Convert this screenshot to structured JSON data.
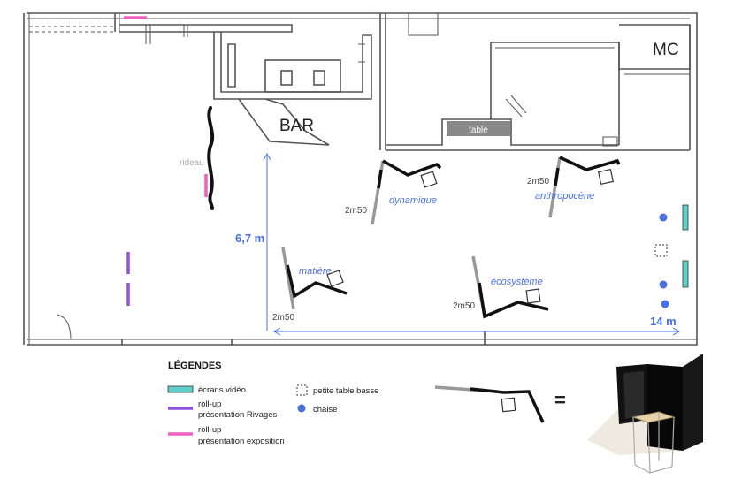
{
  "rooms": {
    "bar": "BAR",
    "mc": "MC",
    "table": "table",
    "curtain": "rideau"
  },
  "dimensions": {
    "height": "6,7 m",
    "width": "14 m",
    "panel": "2m50"
  },
  "stations": {
    "dynamique": "dynamique",
    "anthropocene": "anthropocène",
    "matiere": "matière",
    "ecosysteme": "écosystème"
  },
  "legend": {
    "title": "LÉGENDES",
    "video_screens": "écrans vidéo",
    "rollup_rivages_1": "roll-up",
    "rollup_rivages_2": "présentation Rivages",
    "rollup_expo_1": "roll-up",
    "rollup_expo_2": "présentation exposition",
    "small_table": "petite table basse",
    "chair": "chaise",
    "equals": "="
  },
  "colors": {
    "accent_blue": "#4a6fe0",
    "video_screen": "#5fd0cc",
    "rollup_rivages": "#9150e0",
    "rollup_expo": "#f060c0",
    "wall": "#444444",
    "panel_grey": "#999999"
  }
}
